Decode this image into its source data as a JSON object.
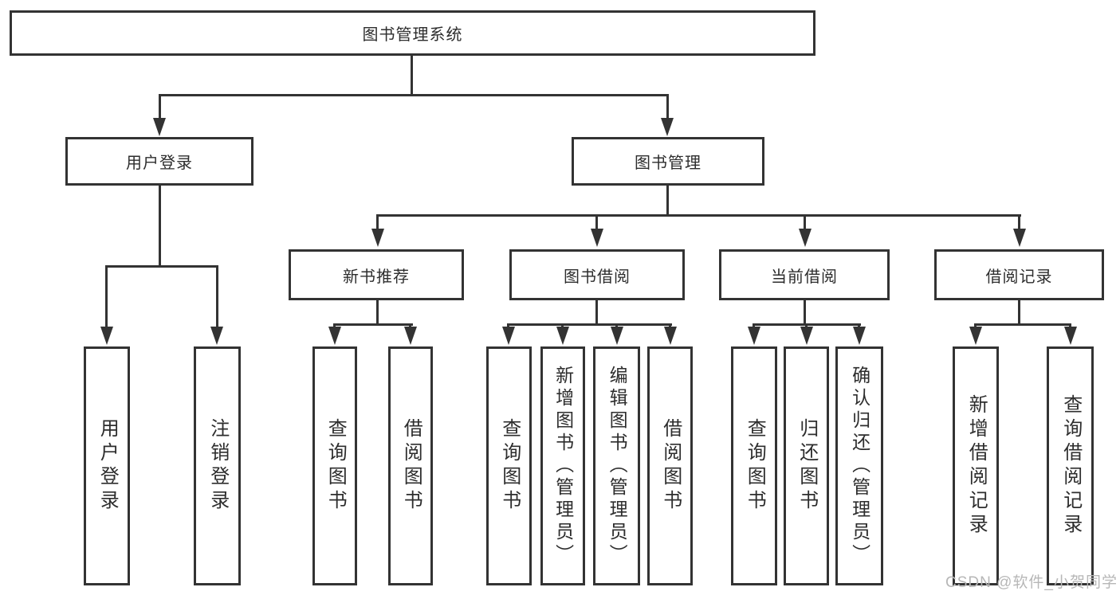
{
  "tree": {
    "root": {
      "label": "图书管理系统",
      "children": [
        {
          "label": "用户登录",
          "children": [
            {
              "label": "用户登录"
            },
            {
              "label": "注销登录"
            }
          ]
        },
        {
          "label": "图书管理",
          "children": [
            {
              "label": "新书推荐",
              "children": [
                {
                  "label": "查询图书"
                },
                {
                  "label": "借阅图书"
                }
              ]
            },
            {
              "label": "图书借阅",
              "children": [
                {
                  "label": "查询图书"
                },
                {
                  "label": "新增图书（管理员）"
                },
                {
                  "label": "编辑图书（管理员）"
                },
                {
                  "label": "借阅图书"
                }
              ]
            },
            {
              "label": "当前借阅",
              "children": [
                {
                  "label": "查询图书"
                },
                {
                  "label": "归还图书"
                },
                {
                  "label": "确认归还（管理员）"
                }
              ]
            },
            {
              "label": "借阅记录",
              "children": [
                {
                  "label": "新增借阅记录"
                },
                {
                  "label": "查询借阅记录"
                }
              ]
            }
          ]
        }
      ]
    }
  },
  "watermark": {
    "text": "CSDN @软件_小贺同学"
  },
  "colors": {
    "line": "#333333",
    "text": "#2d2d2d",
    "watermark": "#b7b7b7",
    "background": "#ffffff"
  }
}
